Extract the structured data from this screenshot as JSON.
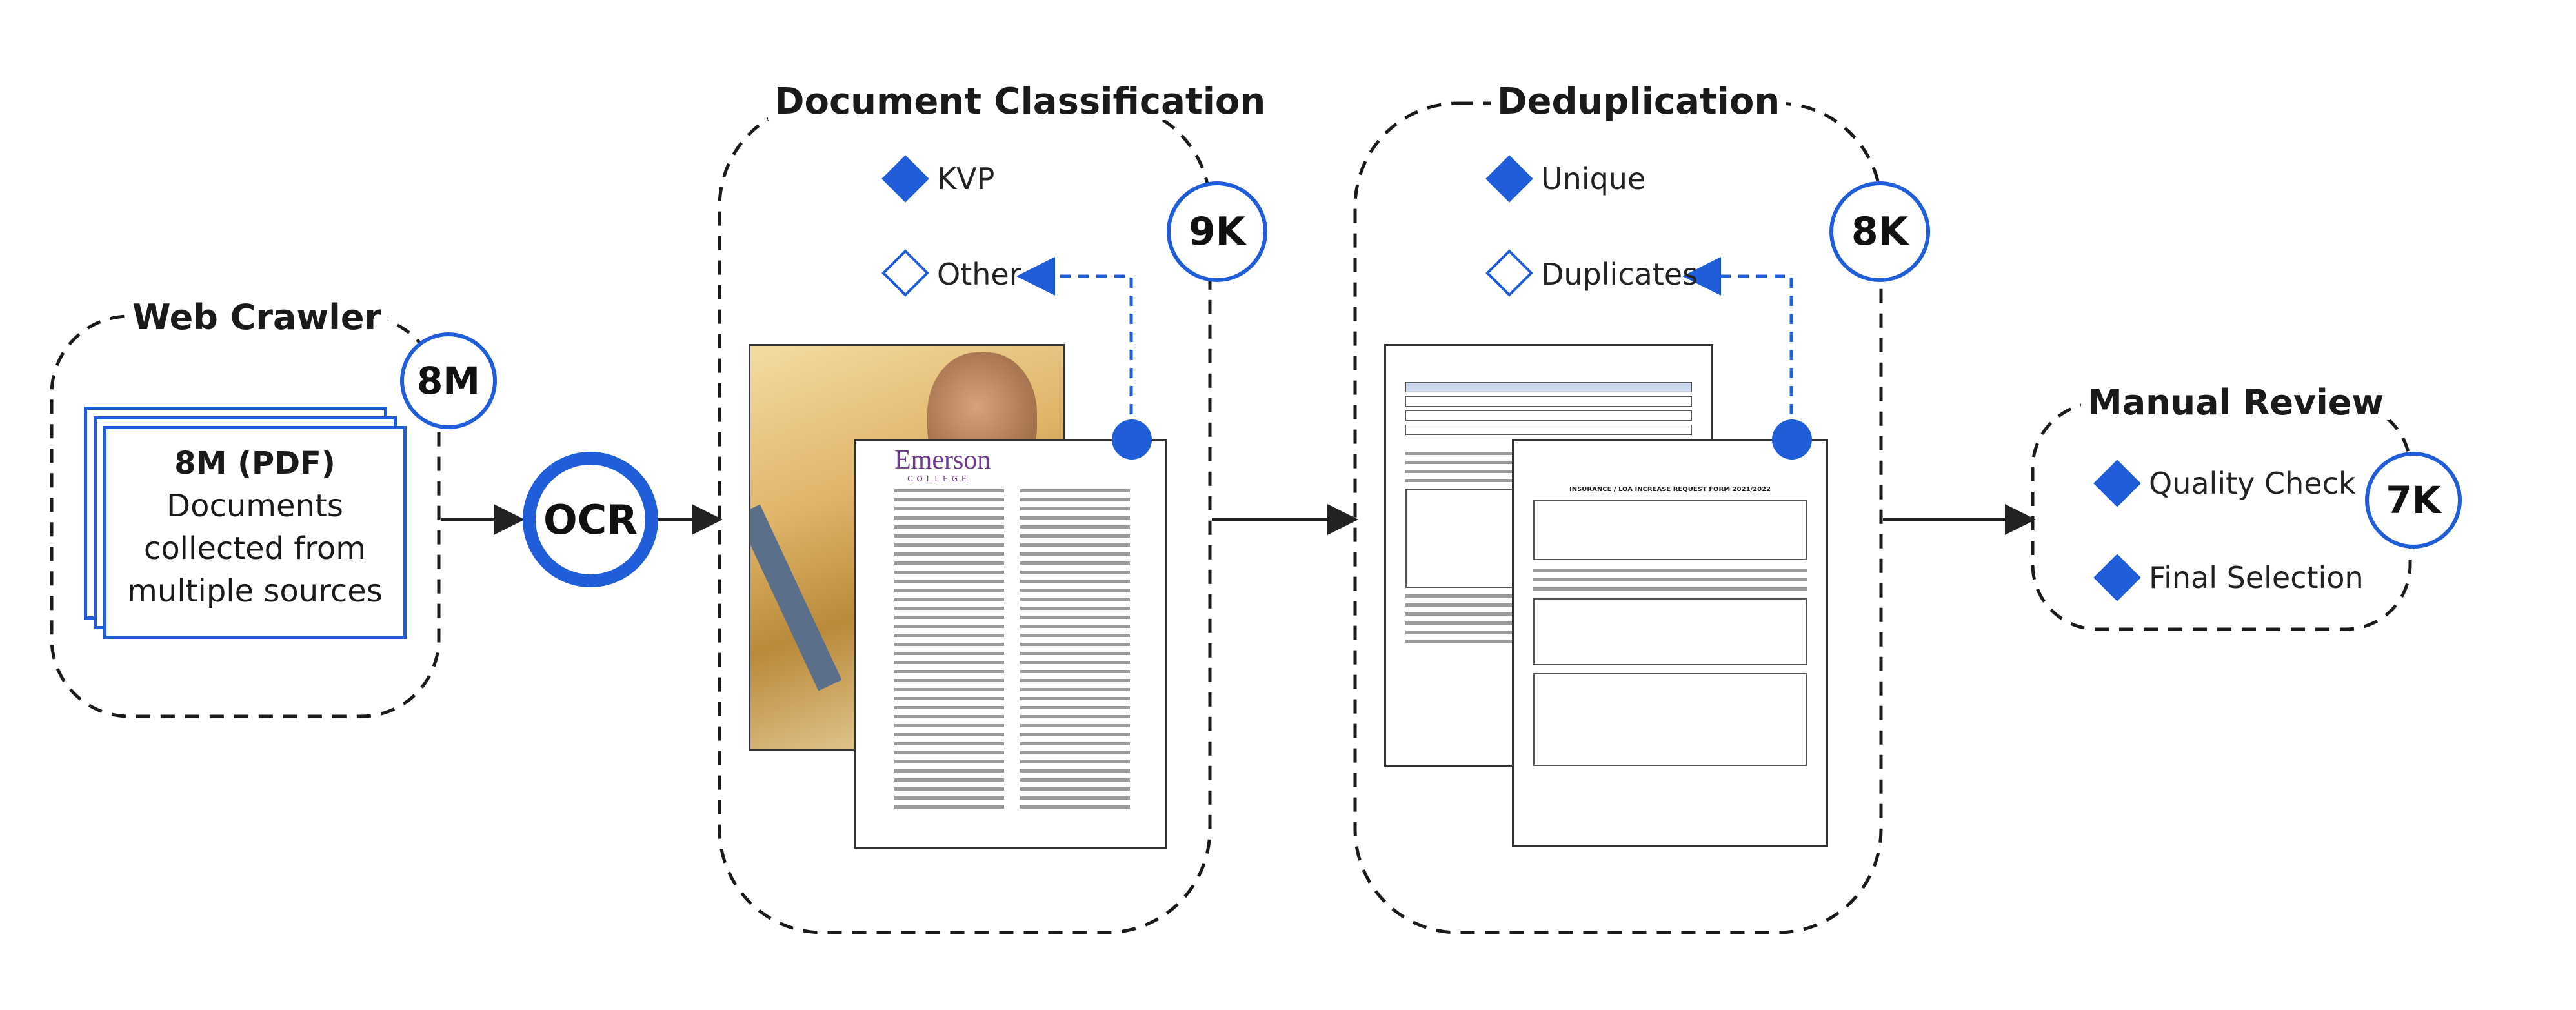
{
  "colors": {
    "accent": "#1f5ed8",
    "outline": "#1a1a1a",
    "background": "#ffffff"
  },
  "web_crawler": {
    "title": "Web Crawler",
    "count": "8M",
    "card_heading": "8M (PDF)",
    "card_lines": [
      "Documents",
      "collected from",
      "multiple sources"
    ]
  },
  "ocr": {
    "label": "OCR"
  },
  "classification": {
    "title": "Document Classification",
    "count": "9K",
    "legend": [
      {
        "label": "KVP",
        "marker": "filled-diamond"
      },
      {
        "label": "Other",
        "marker": "hollow-diamond"
      }
    ],
    "doc_brand": "Emerson",
    "doc_brand_sub": "COLLEGE"
  },
  "dedup": {
    "title": "Deduplication",
    "count": "8K",
    "legend": [
      {
        "label": "Unique",
        "marker": "filled-diamond"
      },
      {
        "label": "Duplicates",
        "marker": "hollow-diamond"
      }
    ],
    "doc_title": "INSURANCE / LOA INCREASE REQUEST FORM 2021/2022"
  },
  "manual_review": {
    "title": "Manual Review",
    "count": "7K",
    "legend": [
      {
        "label": "Quality Check",
        "marker": "filled-diamond"
      },
      {
        "label": "Final Selection",
        "marker": "filled-diamond"
      }
    ]
  }
}
